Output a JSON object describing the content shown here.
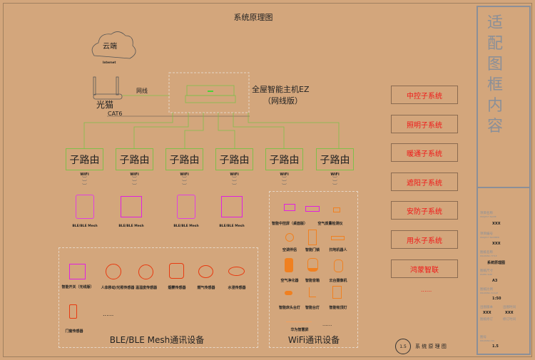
{
  "title": "系统原理图",
  "cloud": {
    "label": "云端",
    "internet": "Internet"
  },
  "modem": {
    "label": "光猫",
    "cable_label": "网线",
    "cat6": "CAT6"
  },
  "host": {
    "name": "全屋智能主机EZ",
    "variant": "（网线版）"
  },
  "routers": [
    {
      "label": "子路由",
      "wifi": "WiFi"
    },
    {
      "label": "子路由",
      "wifi": "WiFi"
    },
    {
      "label": "子路由",
      "wifi": "WiFi"
    },
    {
      "label": "子路由",
      "wifi": "WiFi"
    },
    {
      "label": "子路由",
      "wifi": "WiFi"
    },
    {
      "label": "子路由",
      "wifi": "WiFi"
    }
  ],
  "panels": [
    {
      "label": "BLE/BLE Mesh"
    },
    {
      "label": "BLE/BLE Mesh"
    },
    {
      "label": "BLE/BLE Mesh"
    },
    {
      "label": "BLE/BLE Mesh"
    }
  ],
  "ble": {
    "title": "BLE/BLE Mesh通讯设备",
    "devices": [
      "智能开关（无线版）",
      "人体移动/光照传感器",
      "温湿度传感器",
      "烟雾传感器",
      "燃气传感器",
      "水浸传感器",
      "门窗传感器"
    ],
    "more": "......"
  },
  "wifi": {
    "title": "WiFi通讯设备",
    "devices": [
      "智能中控屏（桌面版）",
      "空气质量检测仪",
      "空调伴侣",
      "智能门锁",
      "扫地机器人",
      "空气净化器",
      "智能音箱",
      "云台摄像机",
      "智能床头台灯",
      "智能台灯",
      "智能吸顶灯",
      "华为智慧屏"
    ],
    "more": "......"
  },
  "subsystems": [
    "中控子系统",
    "照明子系统",
    "暖通子系统",
    "遮阳子系统",
    "安防子系统",
    "用水子系统",
    "鸿蒙智联"
  ],
  "subsystems_more": "......",
  "footer": {
    "number": "1.5",
    "title": "系 统 原 理 图"
  },
  "title_block": {
    "heading": "适配图框内容",
    "fields": [
      {
        "label": "项目名称",
        "en": "PROJECT NAME",
        "value": "XXX"
      },
      {
        "label": "项目编号",
        "en": "PROJECT NUMBER",
        "value": "XXX"
      },
      {
        "label": "图纸名称",
        "en": "DRAWING TITLE",
        "value": "系统原理图"
      },
      {
        "label": "图纸尺寸",
        "en": "PAPER SIZE",
        "value": "A3"
      },
      {
        "label": "图纸比例",
        "en": "DRAWING SCALE",
        "value": "1:50"
      },
      {
        "label": "出图版本",
        "en": "",
        "value": "XXX"
      },
      {
        "label": "出图时间",
        "en": "",
        "value": "XXX"
      },
      {
        "label": "图纸修订",
        "en": "",
        "value": ""
      },
      {
        "label": "修订时间",
        "en": "",
        "value": ""
      },
      {
        "label": "图号",
        "en": "DRAWING NO.",
        "value": "1.5"
      }
    ]
  },
  "colors": {
    "background": "#d3a67c",
    "line": "#7fbf4a",
    "subsystem_text": "#f01818",
    "panel": "#e020e0"
  }
}
